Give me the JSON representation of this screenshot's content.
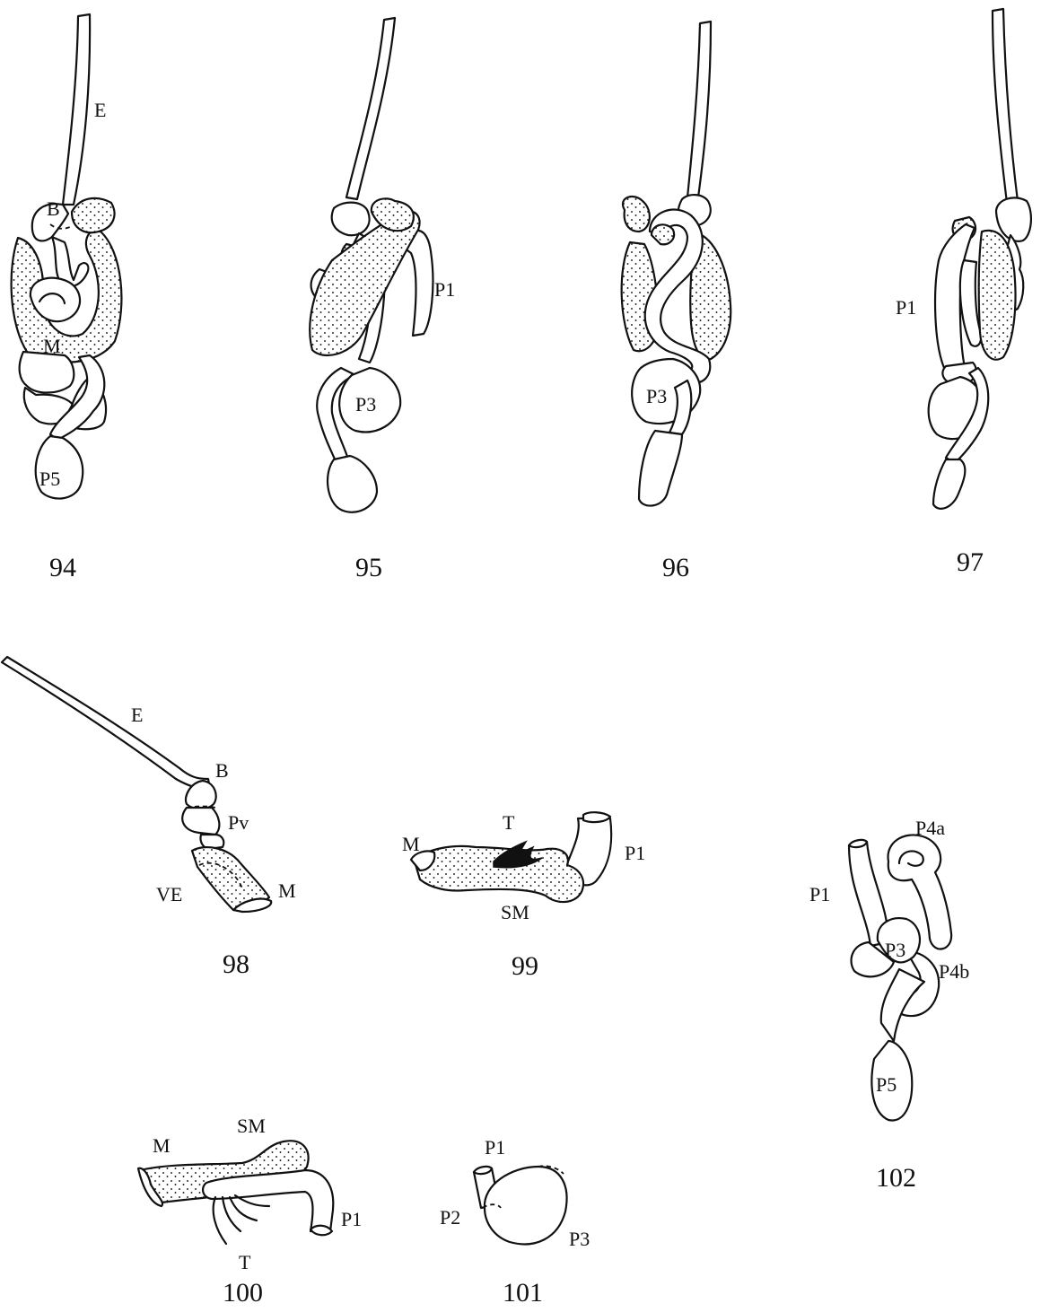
{
  "figures": {
    "f94": {
      "number": "94",
      "labels": {
        "E": "E",
        "B": "B",
        "M": "M",
        "P5": "P5"
      }
    },
    "f95": {
      "number": "95",
      "labels": {
        "P1": "P1",
        "P3": "P3"
      }
    },
    "f96": {
      "number": "96",
      "labels": {
        "P3": "P3"
      }
    },
    "f97": {
      "number": "97",
      "labels": {
        "P1": "P1"
      }
    },
    "f98": {
      "number": "98",
      "labels": {
        "E": "E",
        "B": "B",
        "Pv": "Pv",
        "VE": "VE",
        "M": "M"
      }
    },
    "f99": {
      "number": "99",
      "labels": {
        "M": "M",
        "T": "T",
        "P1": "P1",
        "SM": "SM"
      }
    },
    "f100": {
      "number": "100",
      "labels": {
        "M": "M",
        "SM": "SM",
        "T": "T",
        "P1": "P1"
      }
    },
    "f101": {
      "number": "101",
      "labels": {
        "P1": "P1",
        "P2": "P2",
        "P3": "P3"
      }
    },
    "f102": {
      "number": "102",
      "labels": {
        "P4a": "P4a",
        "P1": "P1",
        "P3": "P3",
        "P4b": "P4b",
        "P5": "P5"
      }
    }
  },
  "colors": {
    "ink": "#111111",
    "paper": "#ffffff"
  }
}
